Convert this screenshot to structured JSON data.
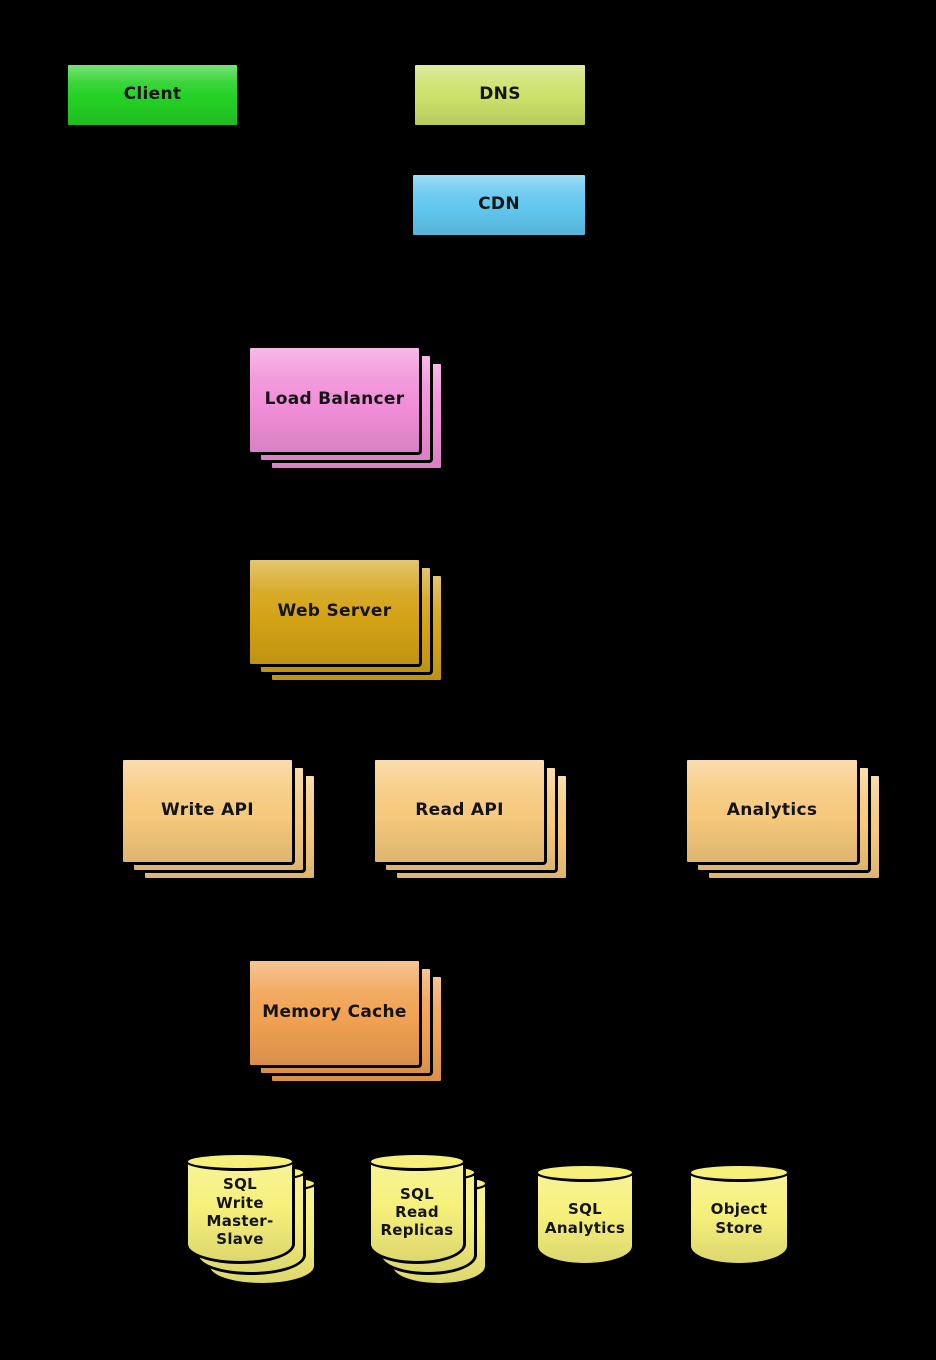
{
  "diagram": {
    "background_color": "#000000",
    "border_color": "#000000",
    "nodes": [
      {
        "id": "client",
        "label": "Client",
        "shape": "box",
        "color": "#24d124"
      },
      {
        "id": "dns",
        "label": "DNS",
        "shape": "box",
        "color": "#cbe169"
      },
      {
        "id": "cdn",
        "label": "CDN",
        "shape": "box",
        "color": "#61c7ef"
      },
      {
        "id": "load-balancer",
        "label": "Load Balancer",
        "shape": "stacked-box",
        "color": "#f18fd8"
      },
      {
        "id": "web-server",
        "label": "Web Server",
        "shape": "stacked-box",
        "color": "#d4a315"
      },
      {
        "id": "write-api",
        "label": "Write API",
        "shape": "stacked-box",
        "color": "#f6c97c"
      },
      {
        "id": "read-api",
        "label": "Read API",
        "shape": "stacked-box",
        "color": "#f6c97c"
      },
      {
        "id": "analytics",
        "label": "Analytics",
        "shape": "stacked-box",
        "color": "#f6c97c"
      },
      {
        "id": "memory-cache",
        "label": "Memory Cache",
        "shape": "stacked-box",
        "color": "#f1a152"
      },
      {
        "id": "sql-write-master-slave",
        "label": "SQL\nWrite\nMaster-\nSlave",
        "shape": "stacked-cylinder",
        "color": "#f6f07b"
      },
      {
        "id": "sql-read-replicas",
        "label": "SQL\nRead\nReplicas",
        "shape": "stacked-cylinder",
        "color": "#f6f07b"
      },
      {
        "id": "sql-analytics",
        "label": "SQL\nAnalytics",
        "shape": "cylinder",
        "color": "#f6f07b"
      },
      {
        "id": "object-store",
        "label": "Object\nStore",
        "shape": "cylinder",
        "color": "#f6f07b"
      }
    ]
  }
}
